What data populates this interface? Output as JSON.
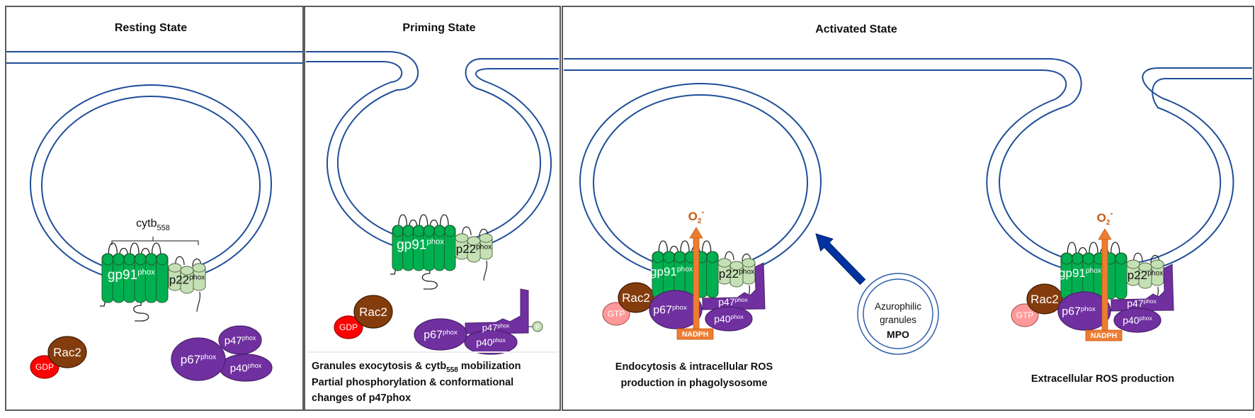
{
  "panels": [
    {
      "title": "Resting State"
    },
    {
      "title": "Priming State"
    },
    {
      "title": "Activated State"
    }
  ],
  "proteins": {
    "gp91": "gp91",
    "p22": "p22",
    "p67": "p67",
    "p47": "p47",
    "p40": "p40",
    "phox": "phox",
    "rac2": "Rac2",
    "gdp": "GDP",
    "gtp": "GTP",
    "nadph": "NADPH",
    "phosphate": "P"
  },
  "cytb": {
    "base": "cytb",
    "sub": "558"
  },
  "superoxide": {
    "base": "O",
    "sub": "2",
    "sup": "-"
  },
  "priming_caption": {
    "line1_a": "Granules exocytosis & cytb",
    "line1_sub": "558",
    "line1_b": " mobilization",
    "line2": "Partial phosphorylation & conformational",
    "line3": "changes of p47phox"
  },
  "activated_captions": {
    "intracellular": [
      "Endocytosis & intracellular ROS",
      "production in phagolysosome"
    ],
    "extracellular": "Extracellular ROS production"
  },
  "granule": {
    "line1": "Azurophilic",
    "line2": "granules",
    "line3": "MPO"
  },
  "colors": {
    "membrane": "#1f4e99",
    "gp91": "#00b050",
    "p22": "#c5e0b4",
    "purple": "#7030a0",
    "rac2": "#843c0c",
    "gdp": "#ff0000",
    "gtp": "#ff9999",
    "nadph": "#ed7d31",
    "superoxide": "#c55a11",
    "arrow": "#0033a0"
  }
}
